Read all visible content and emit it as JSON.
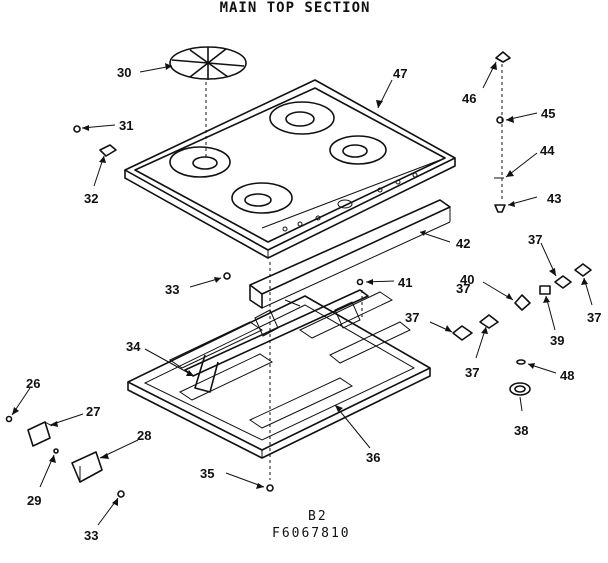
{
  "title": "MAIN TOP SECTION",
  "footer": {
    "code": "B2",
    "part_number": "F6067810"
  },
  "callouts": [
    "30",
    "47",
    "46",
    "45",
    "31",
    "44",
    "43",
    "32",
    "42",
    "33",
    "41",
    "37",
    "40",
    "37",
    "39",
    "37",
    "34",
    "37",
    "37",
    "48",
    "26",
    "27",
    "28",
    "38",
    "36",
    "29",
    "35",
    "33"
  ]
}
